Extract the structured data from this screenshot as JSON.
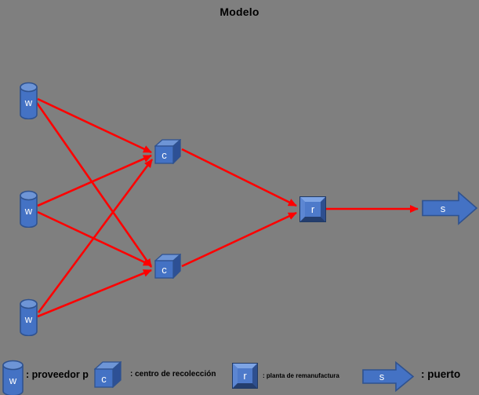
{
  "title": "Modelo",
  "diagram": {
    "nodes": [
      {
        "id": "w1",
        "label": "w",
        "shape": "cylinder"
      },
      {
        "id": "w2",
        "label": "w",
        "shape": "cylinder"
      },
      {
        "id": "w3",
        "label": "w",
        "shape": "cylinder"
      },
      {
        "id": "c1",
        "label": "c",
        "shape": "cube"
      },
      {
        "id": "c2",
        "label": "c",
        "shape": "cube"
      },
      {
        "id": "r",
        "label": "r",
        "shape": "bevel-square"
      },
      {
        "id": "s",
        "label": "s",
        "shape": "right-arrow"
      }
    ],
    "edges": [
      {
        "from": "w1",
        "to": "c1"
      },
      {
        "from": "w1",
        "to": "c2"
      },
      {
        "from": "w2",
        "to": "c1"
      },
      {
        "from": "w2",
        "to": "c2"
      },
      {
        "from": "w3",
        "to": "c1"
      },
      {
        "from": "w3",
        "to": "c2"
      },
      {
        "from": "c1",
        "to": "r"
      },
      {
        "from": "c2",
        "to": "r"
      },
      {
        "from": "r",
        "to": "s"
      }
    ]
  },
  "legend": {
    "items": [
      {
        "symbol": "w",
        "shape": "cylinder",
        "label": ": proveedor p"
      },
      {
        "symbol": "c",
        "shape": "cube",
        "label": ": centro de recolección"
      },
      {
        "symbol": "r",
        "shape": "bevel-square",
        "label": ": planta de remanufactura"
      },
      {
        "symbol": "s",
        "shape": "right-arrow",
        "label": ": puerto"
      }
    ]
  },
  "colors": {
    "background": "#7f7f7f",
    "node_fill": "#4472c4",
    "node_border": "#2f528f",
    "node_top_light": "#6e95d6",
    "node_side_dark": "#2d5095",
    "edge": "#ff0000",
    "node_label": "#ffffff",
    "text": "#000000"
  }
}
